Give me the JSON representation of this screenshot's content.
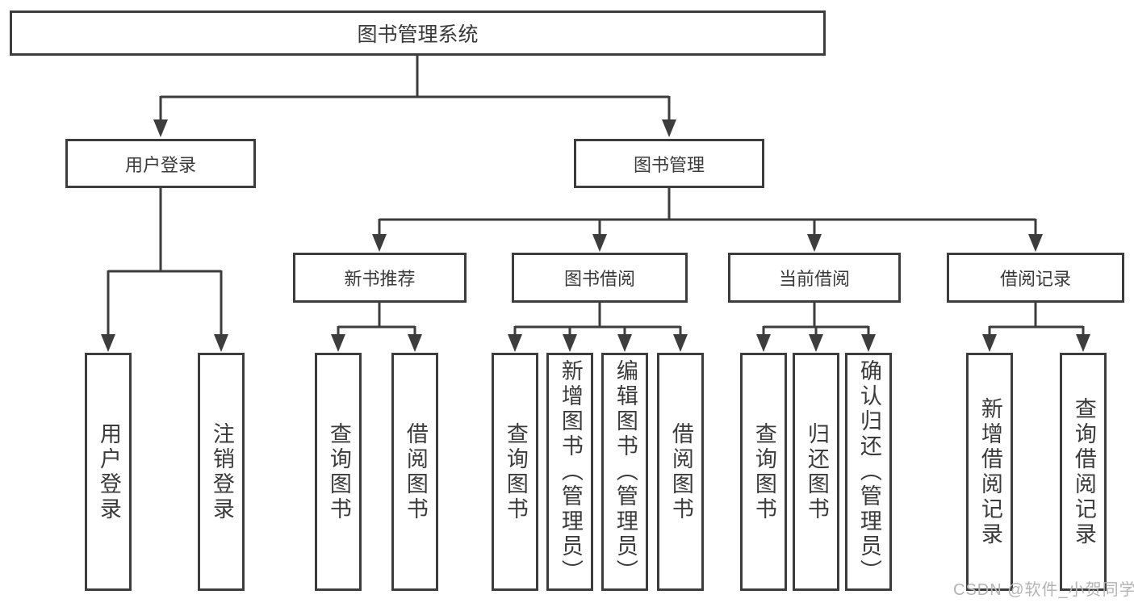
{
  "title": "图书管理系统",
  "level2": [
    "用户登录",
    "图书管理"
  ],
  "level3": [
    "新书推荐",
    "图书借阅",
    "当前借阅",
    "借阅记录"
  ],
  "leaves": {
    "user": [
      "用户登录",
      "注销登录"
    ],
    "recommend": [
      "查询图书",
      "借阅图书"
    ],
    "borrow": [
      "查询图书",
      "新增图书（管理员）",
      "编辑图书（管理员）",
      "借阅图书"
    ],
    "current": [
      "查询图书",
      "归还图书",
      "确认归还（管理员）"
    ],
    "records": [
      "新增借阅记录",
      "查询借阅记录"
    ]
  },
  "watermark": {
    "text": "CSDN @软件_小贺同学"
  },
  "colors": {
    "stroke": "#3d3d3d",
    "text": "#3a3a3a",
    "watermark": "#b3b3b3",
    "background": "#ffffff"
  }
}
